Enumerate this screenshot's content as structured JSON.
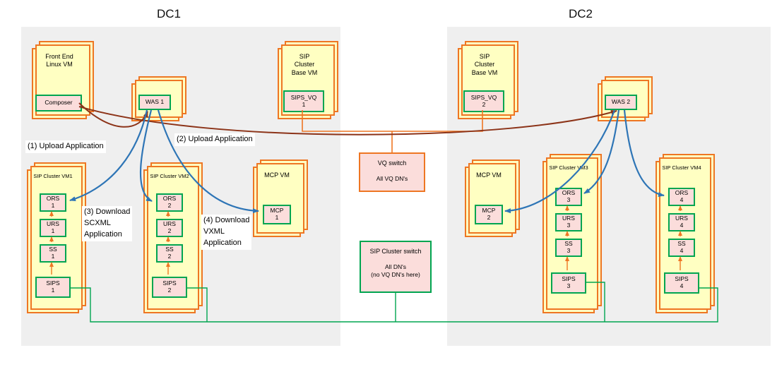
{
  "titles": {
    "dc1": "DC1",
    "dc2": "DC2"
  },
  "annotations": {
    "upload1": "(1) Upload Application",
    "upload2": "(2) Upload Application",
    "download_scxml": "(3) Download\nSCXML\nApplication",
    "download_vxml": "(4) Download\nVXML\nApplication"
  },
  "dc1": {
    "frontend": {
      "title": "Front End\nLinux VM",
      "chip": "Composer"
    },
    "was1": {
      "chip": "WAS 1"
    },
    "sip_base": {
      "title": "SIP\nCluster\nBase VM",
      "chip": "SIPS_VQ\n1"
    },
    "vm1": {
      "title": "SIP Cluster VM1",
      "chips": {
        "ors": "ORS\n1",
        "urs": "URS\n1",
        "ss": "SS\n1",
        "sips": "SIPS\n1"
      }
    },
    "vm2": {
      "title": "SIP Cluster VM2",
      "chips": {
        "ors": "ORS\n2",
        "urs": "URS\n2",
        "ss": "SS\n2",
        "sips": "SIPS\n2"
      }
    },
    "mcp": {
      "title": "MCP VM",
      "chip": "MCP\n1"
    }
  },
  "switches": {
    "vq": {
      "title": "VQ switch",
      "subtitle": "All VQ DN's"
    },
    "sip": {
      "title": "SIP Cluster switch",
      "subtitle": "All DN's\n(no VQ DN's here)"
    }
  },
  "dc2": {
    "sip_base": {
      "title": "SIP\nCluster\nBase VM",
      "chip": "SIPS_VQ\n2"
    },
    "was2": {
      "chip": "WAS 2"
    },
    "mcp": {
      "title": "MCP VM",
      "chip": "MCP\n2"
    },
    "vm3": {
      "title": "SIP Cluster VM3",
      "chips": {
        "ors": "ORS\n3",
        "urs": "URS\n3",
        "ss": "SS\n3",
        "sips": "SIPS\n3"
      }
    },
    "vm4": {
      "title": "SIP Cluster VM4",
      "chips": {
        "ors": "ORS\n4",
        "urs": "URS\n4",
        "ss": "SS\n4",
        "sips": "SIPS\n4"
      }
    }
  },
  "colors": {
    "vm_fill": "#ffffc2",
    "vm_border": "#ee7623",
    "chip_fill": "#fbdddb",
    "chip_border": "#00a550",
    "region_bg": "#efefef",
    "arrow_blue": "#2e75b6",
    "arrow_dark_red": "#8c3318",
    "line_orange": "#ee7623",
    "line_green": "#00a550"
  }
}
